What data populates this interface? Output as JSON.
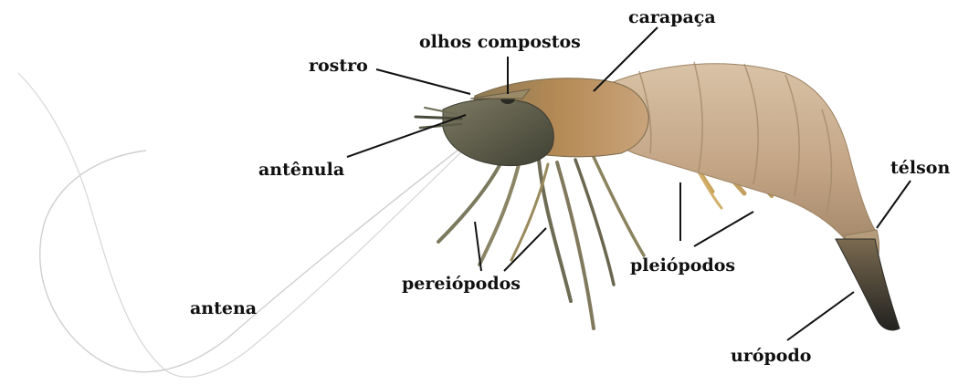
{
  "labels": {
    "rostro": "rostro",
    "olhos_compostos": "olhos compostos",
    "carapaca": "carapaça",
    "antenula": "antênula",
    "telson": "télson",
    "antena": "antena",
    "pereiopodos": "pereiópodos",
    "pleiopodos": "pleiópodos",
    "uropodo": "urópodo"
  },
  "colors": {
    "background": "#ffffff",
    "label_text": "#111111",
    "leader_line": "#111111",
    "antenna": "#c9c9c9",
    "shrimp_body": "#c9ab8c",
    "shrimp_head": "#6d6a55",
    "tail_fan": "#3a3a34"
  }
}
